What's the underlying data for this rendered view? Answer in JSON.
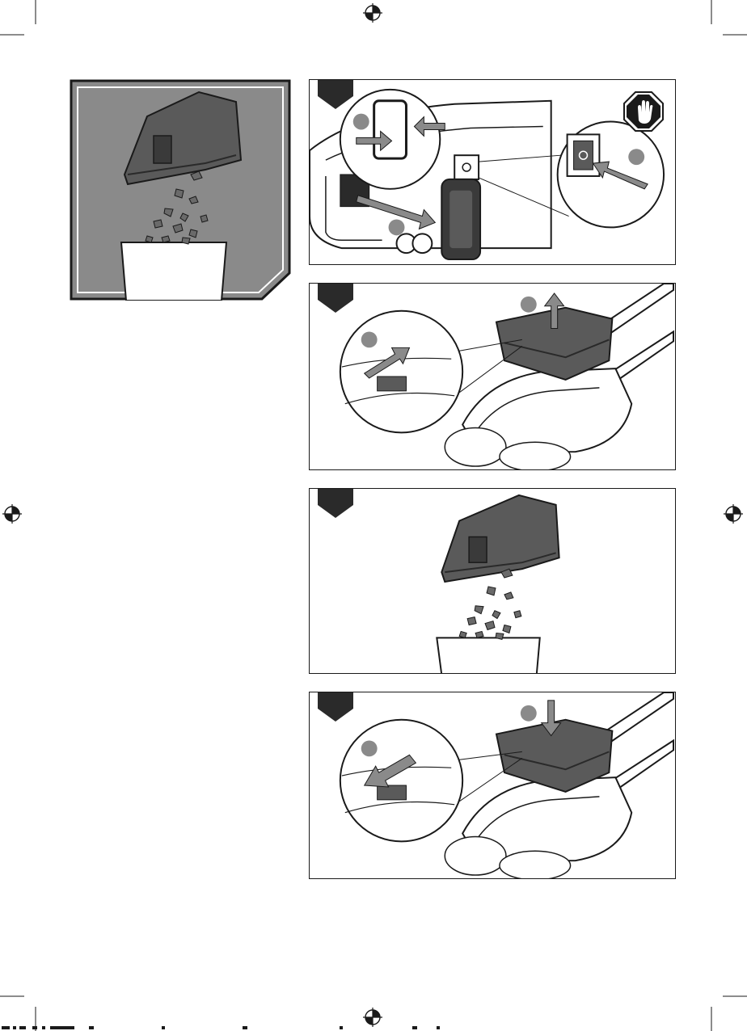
{
  "page": {
    "background": "#ffffff",
    "ink": "#1a1a1a",
    "accent_gray": "#8a8a8a",
    "dark_gray": "#444444"
  },
  "icons": {
    "registration_mark": "crosshair-circle-icon",
    "stop_hand": "stop-hand-icon",
    "arrow": "arrow-icon",
    "step_marker": "step-pentagon-icon"
  },
  "panels": {
    "overview": {
      "content": "dust-box-emptying-into-bin"
    },
    "step1": {
      "content": "remove-battery-and-switch-off"
    },
    "step2": {
      "content": "release-and-lift-dust-box"
    },
    "step3": {
      "content": "empty-dust-box-into-bin"
    },
    "step4": {
      "content": "reinsert-and-lock-dust-box"
    }
  }
}
